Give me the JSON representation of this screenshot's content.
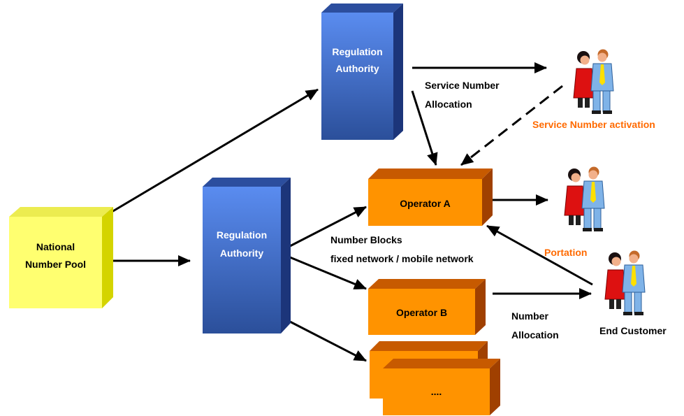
{
  "colors": {
    "pool_front": "#ffff6e",
    "pool_side": "#d8d800",
    "pool_top": "#f0f05a",
    "authority_front": "#3f6fcc",
    "authority_side": "#1e3a80",
    "authority_top": "#2c4e9e",
    "operator_front": "#ff9300",
    "operator_side": "#a54400",
    "operator_top": "#c75a00",
    "highlight_text": "#ff6a00",
    "skin": "#f2b08a",
    "woman_jacket": "#dd1111",
    "man_suit": "#7fb3e8",
    "tie": "#ffe000"
  },
  "nodes": {
    "national_pool": {
      "line1": "National",
      "line2": "Number Pool"
    },
    "authority_top": {
      "line1": "Regulation",
      "line2": "Authority"
    },
    "authority_main": {
      "line1": "Regulation",
      "line2": "Authority"
    },
    "operator_a": {
      "label": "Operator A"
    },
    "operator_b": {
      "label": "Operator B"
    },
    "operator_more": {
      "label": "...."
    }
  },
  "edge_labels": {
    "service_number_allocation": {
      "line1": "Service Number",
      "line2": "Allocation"
    },
    "service_number_activation": "Service Number activation",
    "number_blocks": {
      "line1": "Number Blocks",
      "line2": "fixed network / mobile network"
    },
    "portation": "Portation",
    "number_allocation": {
      "line1": "Number",
      "line2": "Allocation"
    },
    "end_customer": "End Customer"
  },
  "icons": [
    "customer-couple-icon",
    "customer-couple-icon",
    "customer-couple-icon"
  ]
}
